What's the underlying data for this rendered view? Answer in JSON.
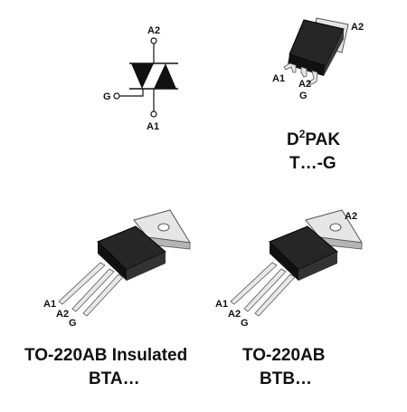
{
  "symbol": {
    "pin_a2": "A2",
    "pin_a1": "A1",
    "pin_g": "G"
  },
  "d2pak": {
    "pin_a2": "A2",
    "pin_a1": "A1",
    "pin_a2_lead": "A2",
    "pin_g": "G",
    "name_main": "D",
    "name_sup": "2",
    "name_rest": "PAK",
    "part_prefix": "T…-G"
  },
  "to220_insulated": {
    "pin_a1": "A1",
    "pin_a2": "A2",
    "pin_g": "G",
    "package_name": "TO-220AB Insulated",
    "part_prefix": "BTA…"
  },
  "to220": {
    "pin_a2_tab": "A2",
    "pin_a1": "A1",
    "pin_a2": "A2",
    "pin_g": "G",
    "package_name": "TO-220AB",
    "part_prefix": "BTB…"
  },
  "colors": {
    "ink": "#111111",
    "body": "#1a1a1a",
    "metal": "#e6e6e6",
    "metal_edge": "#555555"
  }
}
